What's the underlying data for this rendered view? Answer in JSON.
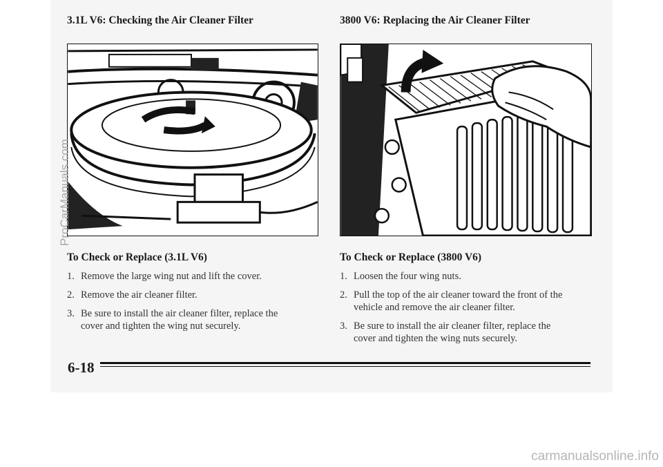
{
  "left": {
    "title": "3.1L V6: Checking the Air Cleaner Filter",
    "subheading": "To Check or Replace (3.1L V6)",
    "steps": [
      {
        "num": "1.",
        "lines": [
          "Remove the large wing nut and lift the cover."
        ]
      },
      {
        "num": "2.",
        "lines": [
          "Remove the air cleaner filter."
        ]
      },
      {
        "num": "3.",
        "lines": [
          "Be sure to install the air cleaner filter, replace the",
          "cover and tighten the wing nut securely."
        ]
      }
    ]
  },
  "right": {
    "title": "3800 V6: Replacing the Air Cleaner Filter",
    "subheading": "To Check or Replace (3800 V6)",
    "steps": [
      {
        "num": "1.",
        "lines": [
          "Loosen the four wing nuts."
        ]
      },
      {
        "num": "2.",
        "lines": [
          "Pull the top of the air cleaner toward the front of the",
          "vehicle and remove the air cleaner filter."
        ]
      },
      {
        "num": "3.",
        "lines": [
          "Be sure to install the air cleaner filter, replace the",
          "cover and tighten the wing nuts securely."
        ]
      }
    ]
  },
  "footer": {
    "page_number": "6-18"
  },
  "watermarks": {
    "side": "ProCarManuals.com",
    "bottom": "carmanualsonline.info"
  }
}
